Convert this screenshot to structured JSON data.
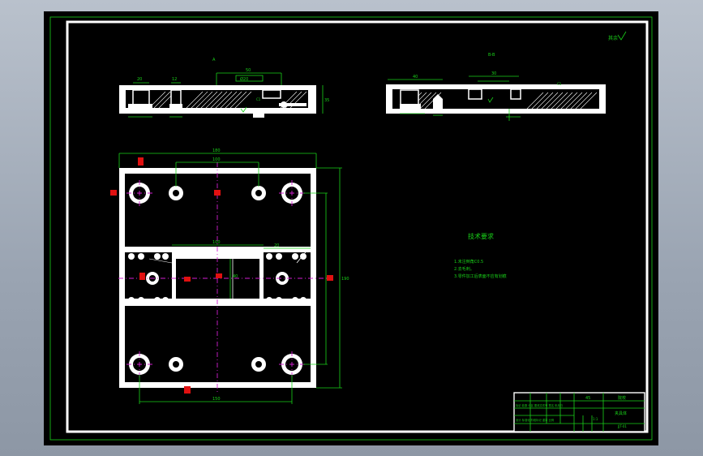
{
  "sheet": {
    "corner_mark": "其余",
    "views": {
      "front_label": "A",
      "right_label": "B-B"
    },
    "dims": {
      "overall_width": "180",
      "hole_spacing": "100",
      "overall_height": "190",
      "bottom_span": "150",
      "slot_width": "100",
      "slot_gap": "40",
      "side_dim": "20",
      "front_top": "50",
      "front_tol": "Ø20",
      "right_top": "40",
      "right_top2": "30"
    },
    "notes": {
      "title": "技术要求",
      "items": [
        "1.未注倒角C0.5",
        "2.去毛刺。",
        "3.零件加工后表面不应有划痕"
      ]
    },
    "title_block": {
      "material": "45",
      "part_name": "夹具体",
      "drawing_no": "JJT-01",
      "scale": "1:1",
      "header_row": "标记 处数 分区 更改文件号 签名 年月日",
      "sig_row": "设计 标准化 阶段标记 重量 比例",
      "company": "院校"
    }
  },
  "colors": {
    "background": "#000000",
    "outline": "#ffffff",
    "annotation": "#19d219",
    "centerline": "#d21ed2",
    "marker": "#e01010"
  }
}
